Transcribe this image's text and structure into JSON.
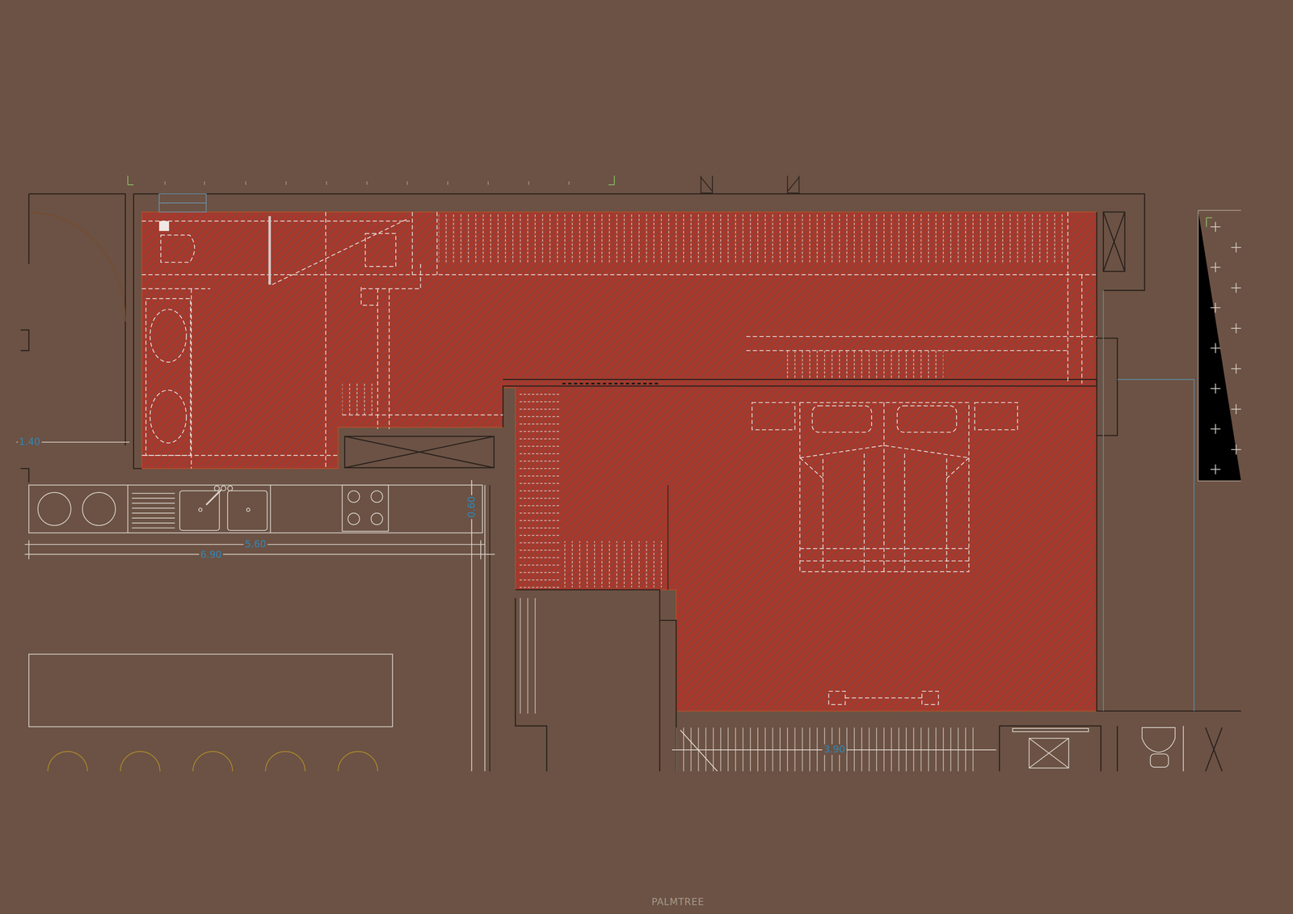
{
  "diagram": {
    "labels": [
      "1.40",
      "5.60",
      "6.90",
      "0.60",
      "3.90",
      "PALMTREE"
    ]
  }
}
